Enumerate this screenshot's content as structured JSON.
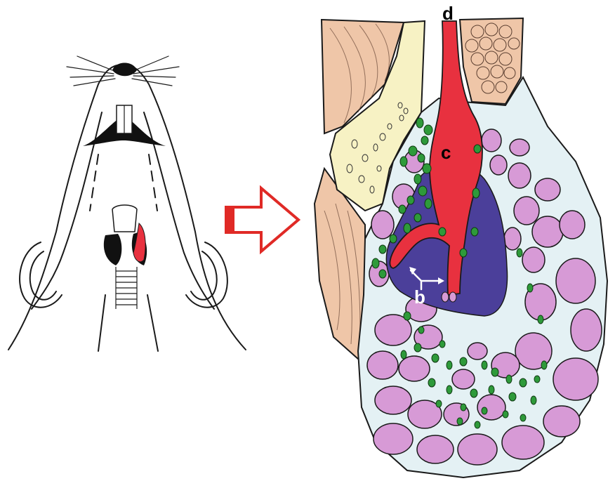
{
  "labels": {
    "b": "b",
    "c": "c",
    "d": "d"
  },
  "colors": {
    "artery_red": "#e8313f",
    "vein_purple": "#4b3f9a",
    "node_green": "#2e9a3a",
    "cell_pink": "#d79ad6",
    "tissue_blue": "#e4f1f4",
    "muscle_tan": "#efc6a8",
    "cartilage_yellow": "#f7f2c4",
    "arrow_red": "#e02a26",
    "outline": "#1a1a1a"
  },
  "icons": {
    "transition_arrow": "right-arrow-icon",
    "pointer_arrows": "double-headed-arrow-icon"
  }
}
